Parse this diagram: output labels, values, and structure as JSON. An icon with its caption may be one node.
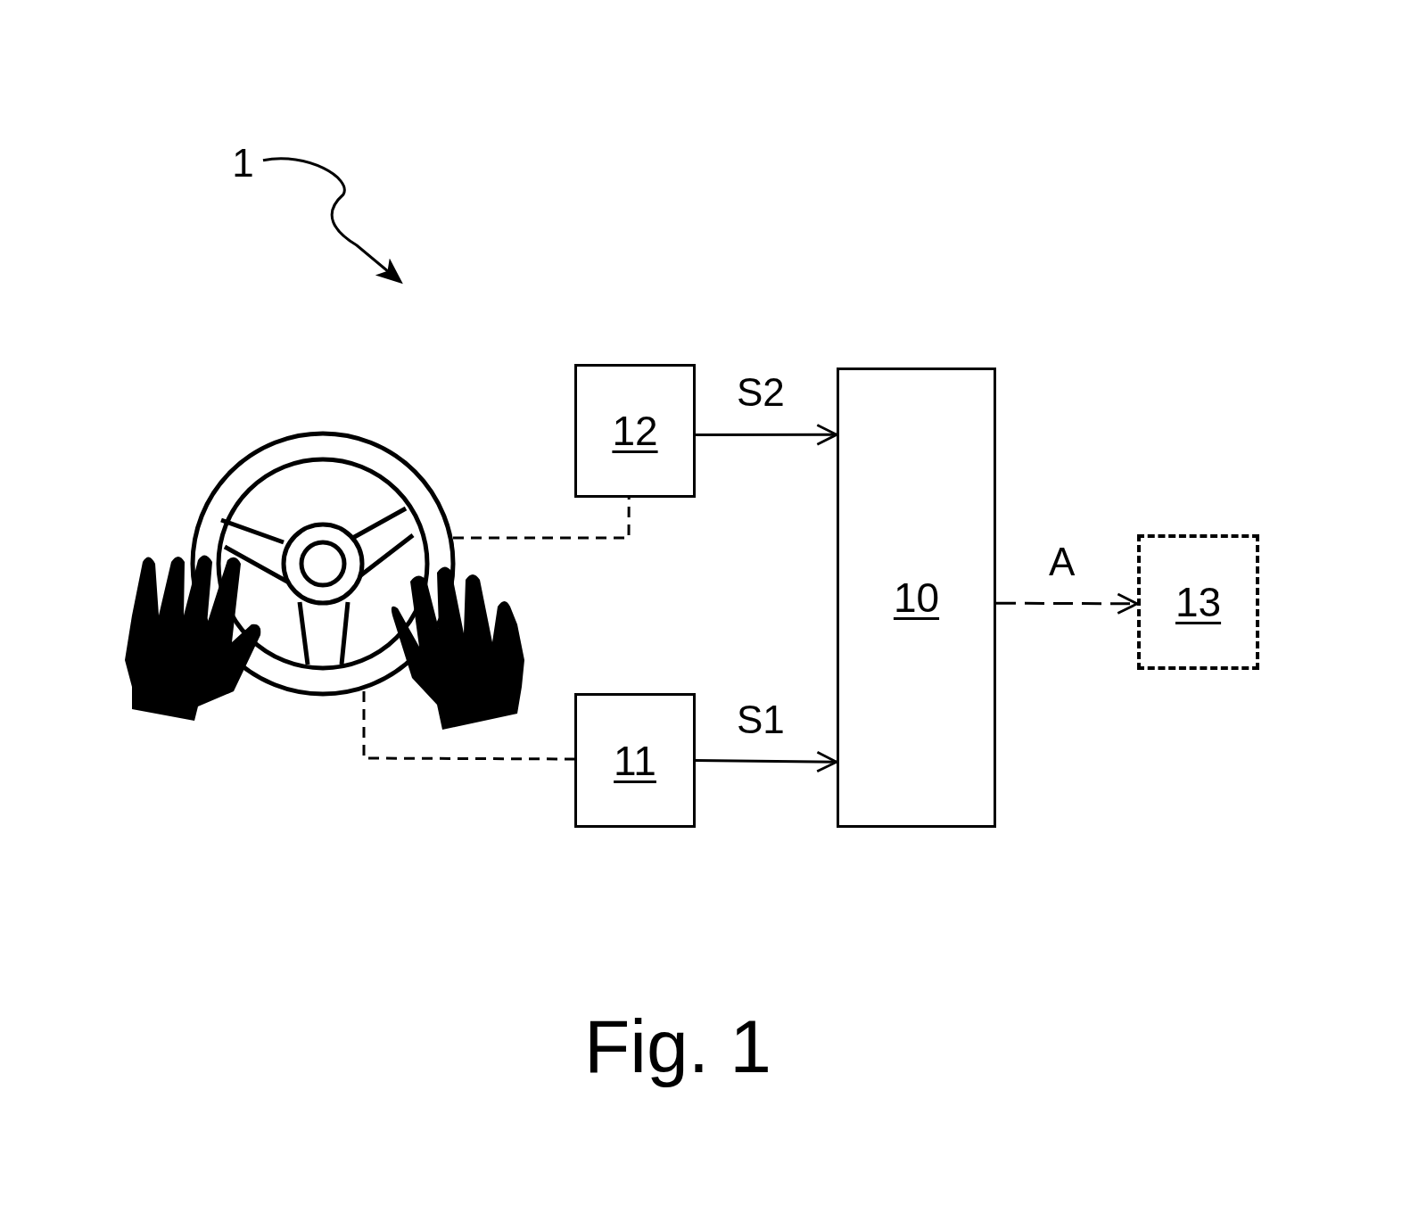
{
  "diagram": {
    "caption": "Fig. 1",
    "nodes": [
      {
        "text": [
          "1"
        ]
      },
      {
        "text": [],
        "shape": "picture"
      },
      {
        "text": [
          "12"
        ]
      },
      {
        "text": [
          "11"
        ]
      },
      {
        "text": [
          "10"
        ]
      },
      {
        "text": [
          "13"
        ]
      }
    ],
    "edges": [
      {
        "from": 0,
        "to": null,
        "arrow": "to"
      },
      {
        "from": 1,
        "to": 2,
        "arrow": "none",
        "style": "dashed"
      },
      {
        "from": 1,
        "to": 3,
        "arrow": "none",
        "style": "dashed"
      },
      {
        "from": 2,
        "to": 4,
        "arrow": "to",
        "label": "S2"
      },
      {
        "from": 3,
        "to": 4,
        "arrow": "to",
        "label": "S1"
      },
      {
        "from": 4,
        "to": 5,
        "arrow": "to",
        "label": "A",
        "style": "dashed"
      }
    ]
  }
}
